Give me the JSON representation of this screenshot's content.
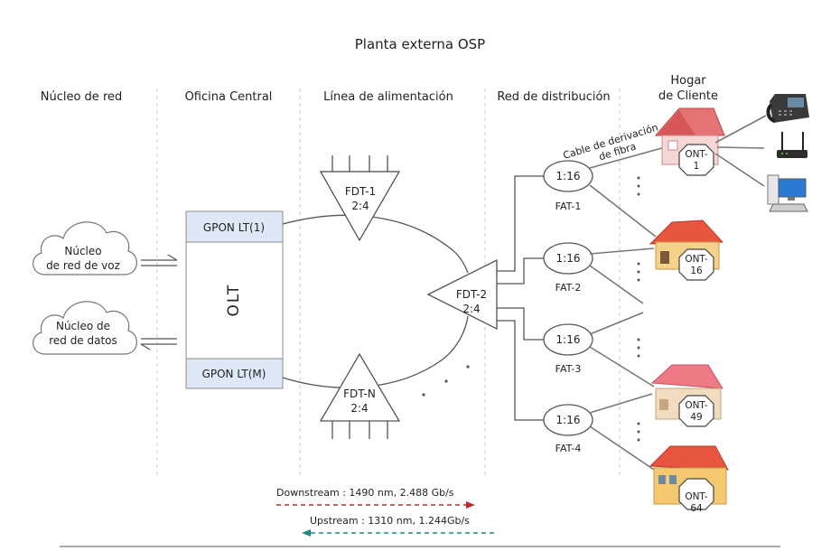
{
  "title": "Planta externa OSP",
  "columns": {
    "core": "Núcleo de red",
    "central_office": "Oficina Central",
    "feeder": "Línea de alimentación",
    "distribution": "Red de distribución",
    "home_line1": "Hogar",
    "home_line2": "de Cliente"
  },
  "cores": {
    "voice_line1": "Núcleo",
    "voice_line2": "de red de voz",
    "data_line1": "Núcleo de",
    "data_line2": "red de datos"
  },
  "olt": {
    "label": "OLT",
    "lt_top": "GPON LT(1)",
    "lt_bottom": "GPON LT(M)"
  },
  "fdt": {
    "fdt1_name": "FDT-1",
    "fdt1_ratio": "2:4",
    "fdtn_name": "FDT-N",
    "fdtn_ratio": "2:4",
    "fdt2_name": "FDT-2",
    "fdt2_ratio": "2:4"
  },
  "fat": {
    "ratio": "1:16",
    "fat1": "FAT-1",
    "fat2": "FAT-2",
    "fat3": "FAT-3",
    "fat4": "FAT-4"
  },
  "drop_cable_line1": "Cable de derivación",
  "drop_cable_line2": "de fibra",
  "ont": {
    "prefix": "ONT-",
    "n1": "1",
    "n16": "16",
    "n49": "49",
    "n64": "64"
  },
  "legend": {
    "downstream_name": "Downstream",
    "downstream_value": " : 1490 nm, 2.488 Gb/s",
    "upstream_name": "Upstream",
    "upstream_value": " : 1310 nm, 1.244Gb/s",
    "downstream_color": "#c0282d",
    "upstream_color": "#1b8a8a"
  },
  "icons": [
    "cloud-icon",
    "phone-icon",
    "router-icon",
    "computer-icon",
    "house-icon"
  ]
}
